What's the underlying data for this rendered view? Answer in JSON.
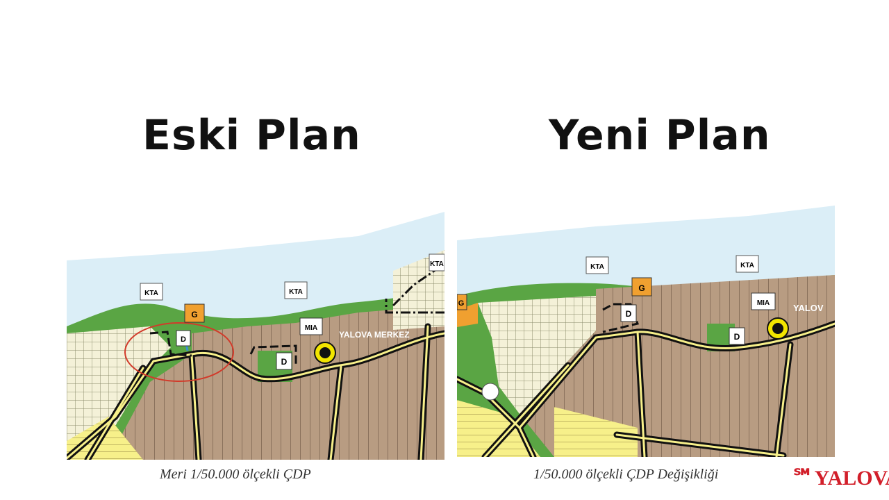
{
  "headings": {
    "left": "Eski Plan",
    "right": "Yeni Plan"
  },
  "captions": {
    "left": "Meri 1/50.000 ölçekli ÇDP",
    "right": "1/50.000 ölçekli ÇDP Değişikliği"
  },
  "logo": {
    "text": "YALOVA"
  },
  "left_map": {
    "labels": {
      "kta1": "KTA",
      "kta2": "KTA",
      "kta3": "KTA",
      "g": "G",
      "d1": "D",
      "d2": "D",
      "mia": "MIA",
      "place": "YALOVA MERKEZ"
    },
    "highlight_color": "#d23a2a"
  },
  "right_map": {
    "labels": {
      "kta1": "KTA",
      "kta2": "KTA",
      "g1": "G",
      "g2": "G",
      "d1": "D",
      "d2": "D",
      "mia": "MIA",
      "place": "YALOV"
    }
  },
  "colors": {
    "sea": "#dbeef7",
    "green": "#5aa544",
    "brown": "#b89c82",
    "yellow": "#f7f08a",
    "orange": "#f0a030",
    "grid": "#f4f1d8",
    "marker": "#f2e500"
  }
}
